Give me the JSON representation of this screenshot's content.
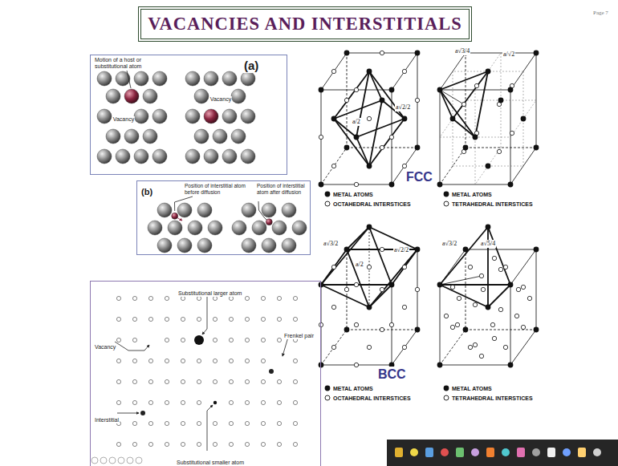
{
  "diagram": {
    "title": "VACANCIES AND INTERSTITIALS",
    "nodes": [
      {
        "text": [
          "Motion of a host or substitutional atom",
          "(a)",
          "Vacancy",
          "Vacancy"
        ]
      },
      {
        "text": [
          "(b)",
          "Position of interstitial atom before diffusion",
          "Position of interstitial atom after diffusion"
        ]
      },
      {
        "text": [
          "Substitutional larger atom",
          "Vacancy",
          "Frenkel pair",
          "Interstitial",
          "Substitutional smaller atom"
        ]
      }
    ],
    "labels": [
      "Page 7",
      "a/2",
      "a√2/2",
      "a√3/4",
      "a/√2",
      "FCC",
      "a√3/2",
      "a/2",
      "a√2/2",
      "a√3/2",
      "a√5/4",
      "BCC"
    ],
    "legend": [
      {
        "text": "METAL ATOMS"
      },
      {
        "text": "OCTAHEDRAL INTERSTICES"
      },
      {
        "text": "METAL ATOMS"
      },
      {
        "text": "TETRAHEDRAL INTERSTICES"
      },
      {
        "text": "METAL ATOMS"
      },
      {
        "text": "OCTAHEDRAL INTERSTICES"
      },
      {
        "text": "METAL ATOMS"
      },
      {
        "text": "TETRAHEDRAL INTERSTICES"
      }
    ]
  }
}
